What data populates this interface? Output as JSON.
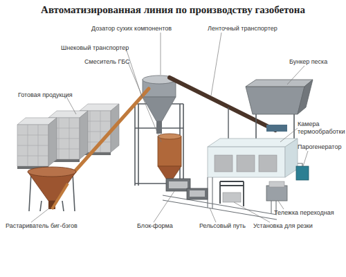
{
  "diagram": {
    "title": "Автоматизированная линия по производству газобетона",
    "labels": [
      "Дозатор сухих компонентов",
      "Ленточный транспортер",
      "Шнековый транспортер",
      "Смеситель ГБС",
      "Бункер песка",
      "Готовая продукция",
      "Камера термообработки",
      "Парогенератор",
      "Тележка переходная",
      "Растариватель биг-бэгов",
      "Блок-форма",
      "Рельсовый путь",
      "Установка для резки"
    ]
  }
}
